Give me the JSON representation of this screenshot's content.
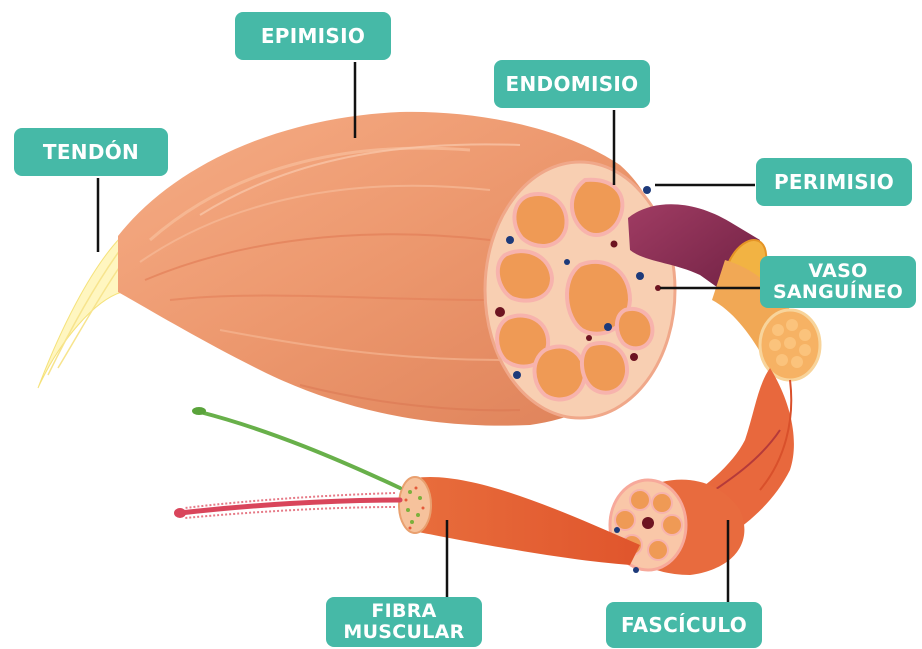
{
  "labels": {
    "epimisio": "EPIMISIO",
    "tendon": "TENDÓN",
    "endomisio": "ENDOMISIO",
    "perimisio": "PERIMISIO",
    "vaso_line1": "VASO",
    "vaso_line2": "SANGUÍNEO",
    "fibra_line1": "FIBRA",
    "fibra_line2": "MUSCULAR",
    "fasciculo": "FASCÍCULO"
  },
  "colors": {
    "label_bg": "#46b9a7",
    "label_text": "#ffffff",
    "muscle": "#ea9a72",
    "muscle_dark": "#d97a52",
    "muscle_light": "#f5b592",
    "cross_section": "#f6c6a6",
    "fascicle": "#f0a05a",
    "membrane": "#f3a9a0",
    "vessel": "#8c2f55",
    "tendon": "#fff3a8",
    "leader_line": "#111111"
  }
}
